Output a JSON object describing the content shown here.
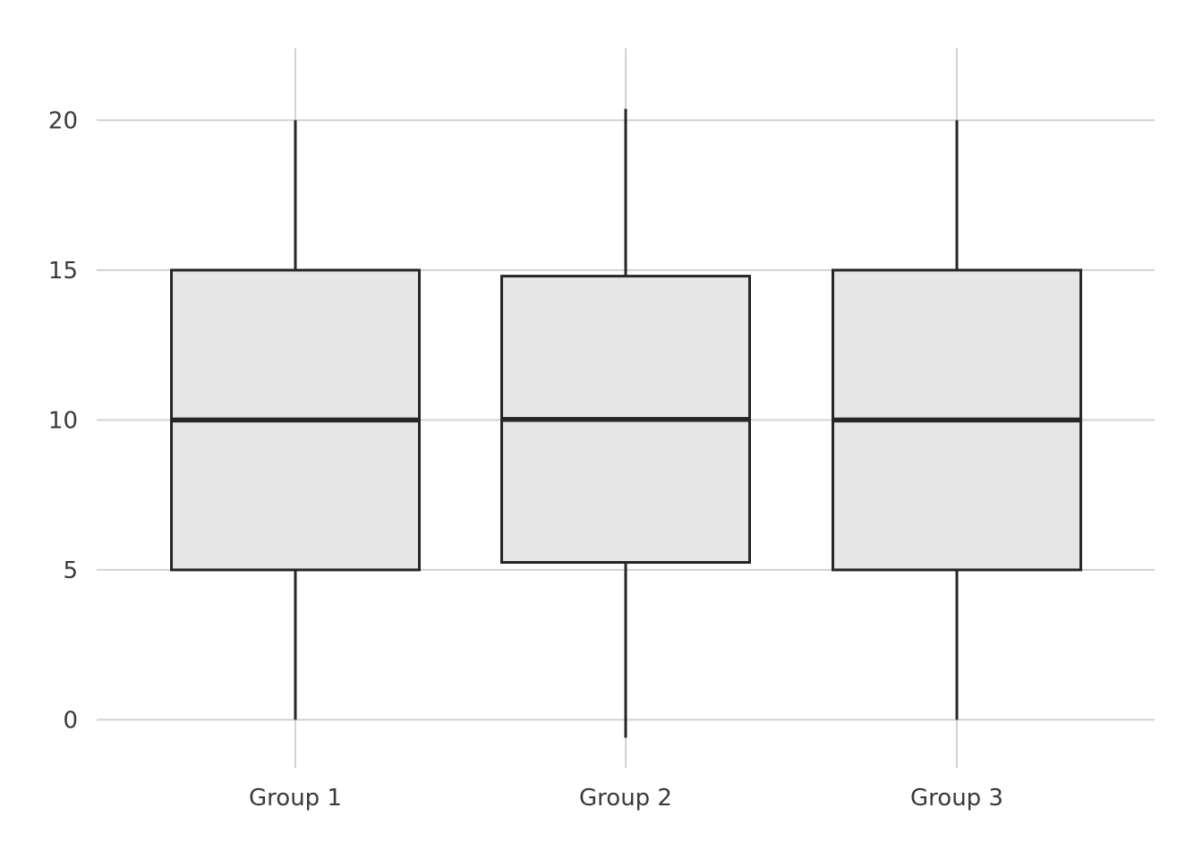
{
  "chart_data": {
    "type": "boxplot",
    "title": "",
    "xlabel": "",
    "ylabel": "",
    "categories": [
      "Group 1",
      "Group 2",
      "Group 3"
    ],
    "boxes": [
      {
        "category": "Group 1",
        "min": 0,
        "q1": 5,
        "median": 10,
        "q3": 15,
        "max": 20
      },
      {
        "category": "Group 2",
        "min": -0.6,
        "q1": 5.25,
        "median": 10.02,
        "q3": 14.8,
        "max": 20.38
      },
      {
        "category": "Group 3",
        "min": 0,
        "q1": 5,
        "median": 10,
        "q3": 15,
        "max": 20
      }
    ],
    "yticks": [
      0,
      5,
      10,
      15,
      20
    ],
    "ylim": [
      -1.6,
      22.4
    ],
    "grid": true,
    "legend": "none",
    "colors": {
      "box_fill": "#e6e6e6",
      "box_stroke": "#262626",
      "grid": "#d2d2d2",
      "text": "#3a3a3a"
    }
  }
}
